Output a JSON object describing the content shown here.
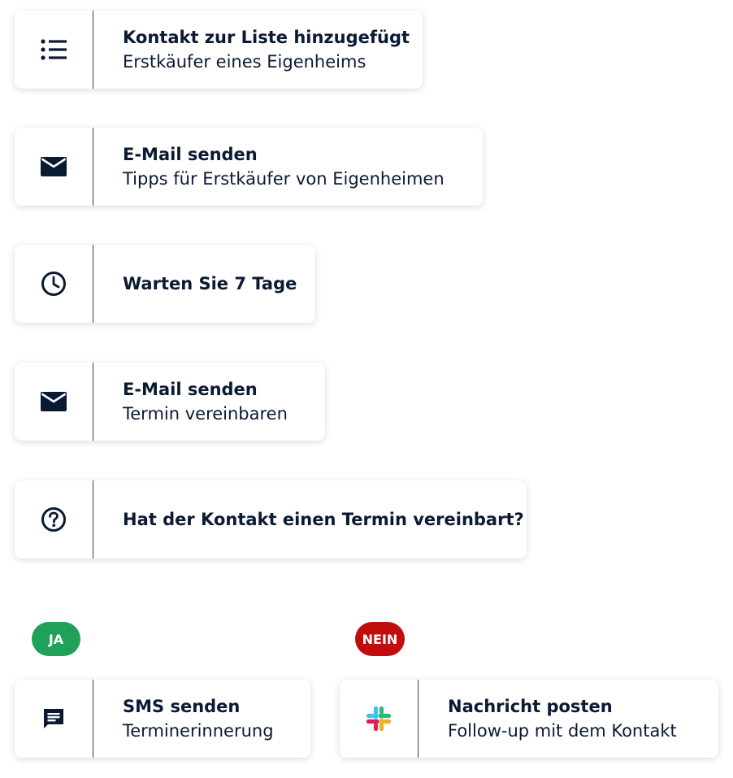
{
  "steps": [
    {
      "icon": "list-icon",
      "title": "Kontakt zur Liste hinzugefügt",
      "subtitle": "Erstkäufer eines Eigenheims"
    },
    {
      "icon": "envelope-icon",
      "title": "E-Mail senden",
      "subtitle": "Tipps für Erstkäufer von Eigenheimen"
    },
    {
      "icon": "clock-icon",
      "title": "Warten Sie 7 Tage"
    },
    {
      "icon": "envelope-icon",
      "title": "E-Mail senden",
      "subtitle": "Termin vereinbaren"
    },
    {
      "icon": "question-circle-icon",
      "title": "Hat der Kontakt einen Termin vereinbart?"
    }
  ],
  "branches": {
    "yes": {
      "badge": "JA",
      "badge_color": "#1fa15a",
      "step": {
        "icon": "chat-message-icon",
        "title": "SMS senden",
        "subtitle": "Terminerinnerung"
      }
    },
    "no": {
      "badge": "NEIN",
      "badge_color": "#c20d0d",
      "step": {
        "icon": "slack-logo-icon",
        "title": "Nachricht posten",
        "subtitle": "Follow-up mit dem Kontakt"
      }
    }
  },
  "colors": {
    "text": "#0b1a33",
    "divider": "#3a3f48"
  }
}
